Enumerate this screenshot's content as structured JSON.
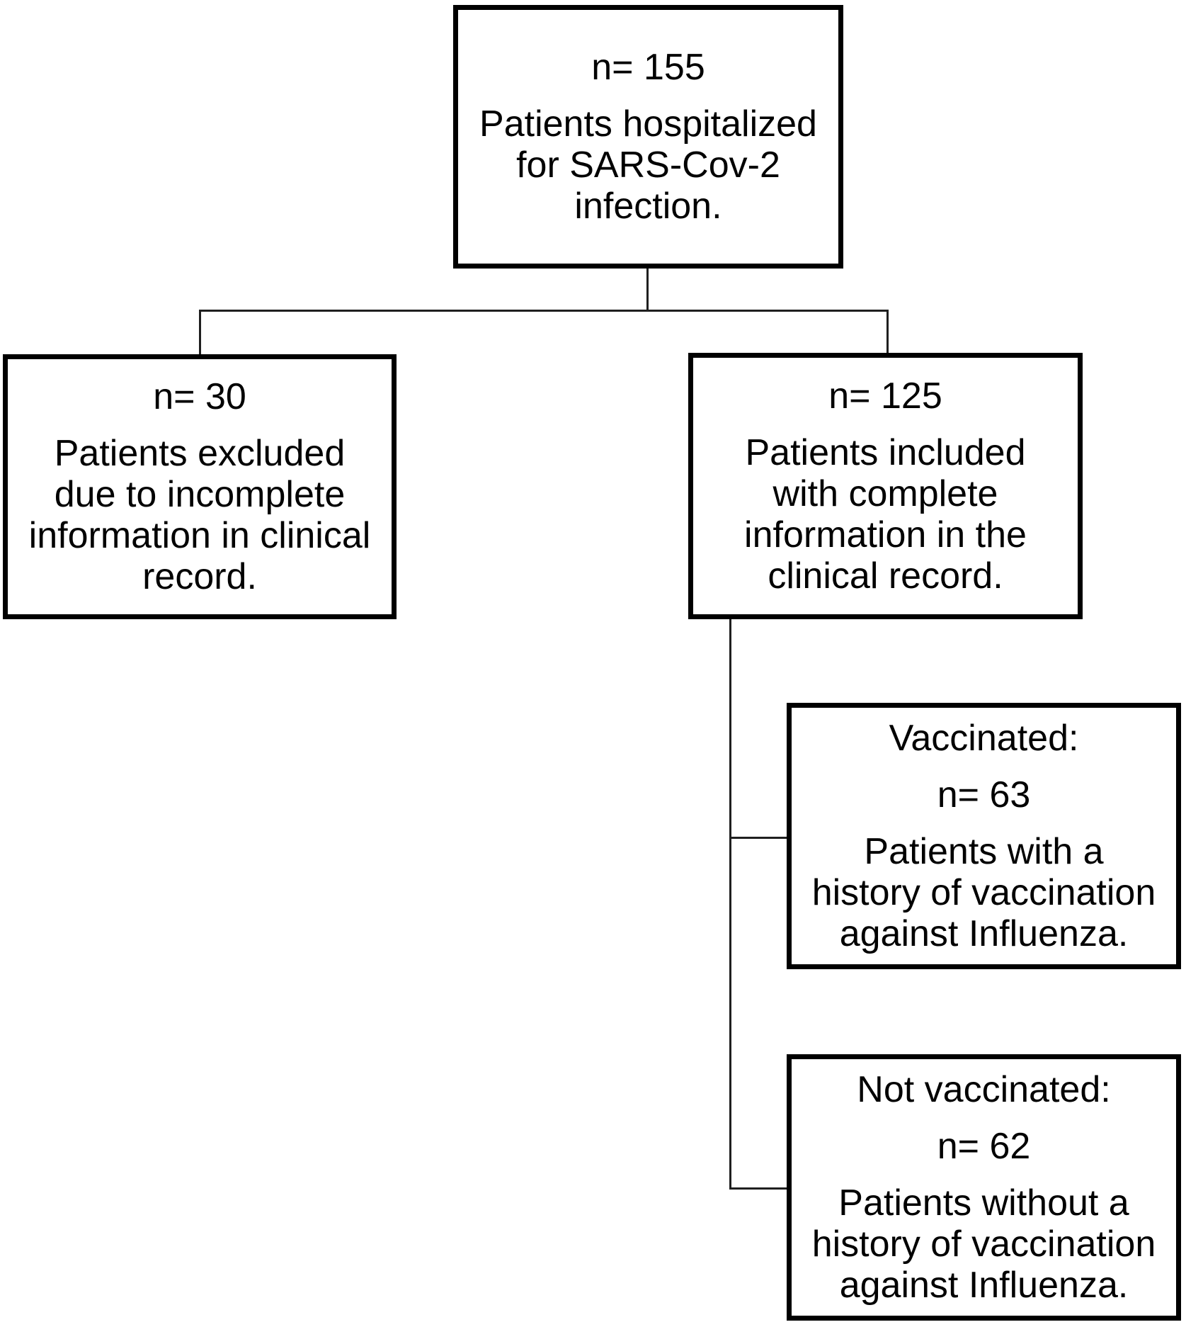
{
  "diagram": {
    "kind": "patient-flow-chart",
    "boxes": {
      "total": {
        "n": "n= 155",
        "description": "Patients hospitalized\nfor SARS-Cov-2\ninfection."
      },
      "excluded": {
        "n": "n= 30",
        "description": "Patients excluded\ndue to incomplete\ninformation in clinical\nrecord."
      },
      "included": {
        "n": "n= 125",
        "description": "Patients included\nwith complete\ninformation in the\nclinical record."
      },
      "vaccinated": {
        "label": "Vaccinated:",
        "n": "n= 63",
        "description": "Patients with a\nhistory of vaccination\nagainst Influenza."
      },
      "not_vaccinated": {
        "label": "Not vaccinated:",
        "n": "n= 62",
        "description": "Patients without a\nhistory of vaccination\nagainst Influenza."
      }
    },
    "edges": [
      {
        "from": "total",
        "to": "excluded"
      },
      {
        "from": "total",
        "to": "included"
      },
      {
        "from": "included",
        "to": "vaccinated"
      },
      {
        "from": "included",
        "to": "not_vaccinated"
      }
    ],
    "colors": {
      "background": "#ffffff",
      "box_border": "#000000",
      "connector": "#1f1f1f",
      "text": "#000000"
    }
  }
}
